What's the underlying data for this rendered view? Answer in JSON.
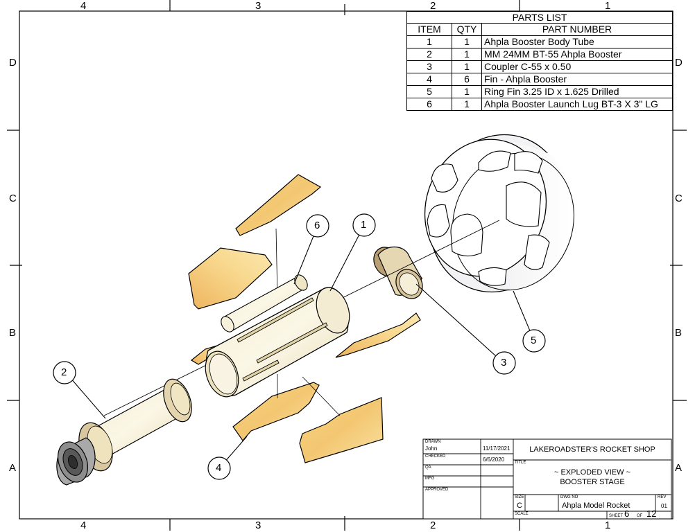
{
  "zones": {
    "cols": [
      "4",
      "3",
      "2",
      "1"
    ],
    "rows": [
      "D",
      "C",
      "B",
      "A"
    ]
  },
  "parts_list": {
    "title": "PARTS LIST",
    "headers": [
      "ITEM",
      "QTY",
      "PART NUMBER"
    ],
    "rows": [
      {
        "item": "1",
        "qty": "1",
        "part": "Ahpla Booster Body Tube"
      },
      {
        "item": "2",
        "qty": "1",
        "part": "MM 24MM BT-55 Ahpla Booster"
      },
      {
        "item": "3",
        "qty": "1",
        "part": "Coupler C-55 x 0.50"
      },
      {
        "item": "4",
        "qty": "6",
        "part": "Fin - Ahpla Booster"
      },
      {
        "item": "5",
        "qty": "1",
        "part": "Ring Fin 3.25 ID x 1.625 Drilled"
      },
      {
        "item": "6",
        "qty": "1",
        "part": "Ahpla Booster Launch Lug BT-3 X 3\" LG"
      }
    ]
  },
  "balloons": [
    "1",
    "2",
    "3",
    "4",
    "5",
    "6"
  ],
  "title_block": {
    "drawn_label": "DRAWN",
    "drawn_by": "John",
    "drawn_date": "11/17/2021",
    "checked_label": "CHECKED",
    "checked_date": "6/6/2020",
    "qa_label": "QA",
    "mfg_label": "MFG",
    "approved_label": "APPROVED",
    "company": "LAKEROADSTER'S ROCKET SHOP",
    "title_label": "TITLE",
    "title_line1": "~ EXPLODED VIEW ~",
    "title_line2": "BOOSTER STAGE",
    "size_label": "SIZE",
    "size": "C",
    "dwg_label": "DWG NO",
    "dwg_no": "Ahpla Model Rocket",
    "rev_label": "REV",
    "rev": "01",
    "scale_label": "SCALE",
    "sheet_label": "SHEET",
    "sheet_no": "6",
    "of_label": "OF",
    "sheet_total": "12"
  }
}
